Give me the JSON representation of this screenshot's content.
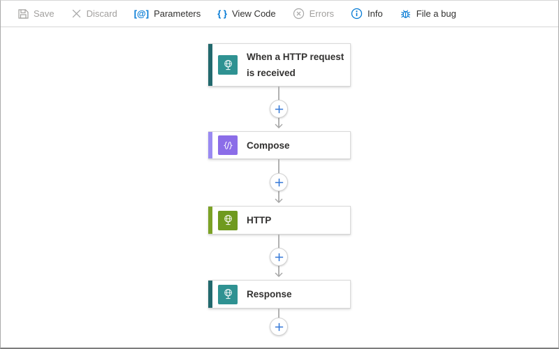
{
  "toolbar": {
    "items": [
      {
        "label": "Save",
        "icon": "save-icon",
        "disabled": true
      },
      {
        "label": "Discard",
        "icon": "discard-icon",
        "disabled": true
      },
      {
        "label": "Parameters",
        "icon": "parameters-icon",
        "glyph": "[@]",
        "disabled": false
      },
      {
        "label": "View Code",
        "icon": "view-code-icon",
        "glyph": "{ }",
        "disabled": false
      },
      {
        "label": "Errors",
        "icon": "errors-icon",
        "disabled": true
      },
      {
        "label": "Info",
        "icon": "info-icon",
        "disabled": false
      },
      {
        "label": "File a bug",
        "icon": "bug-icon",
        "disabled": false
      }
    ]
  },
  "workflow": {
    "nodes": [
      {
        "title": "When a HTTP request is received",
        "kind": "trigger",
        "accent_color": "#22696d",
        "icon_bg": "#2f9292",
        "icon": "http-request-icon"
      },
      {
        "title": "Compose",
        "kind": "action",
        "accent_color": "#9a8af2",
        "icon_bg": "#8b6de8",
        "icon": "compose-icon"
      },
      {
        "title": "HTTP",
        "kind": "action",
        "accent_color": "#7ca226",
        "icon_bg": "#6f9a1f",
        "icon": "http-icon"
      },
      {
        "title": "Response",
        "kind": "action",
        "accent_color": "#22696d",
        "icon_bg": "#2f9292",
        "icon": "response-icon"
      }
    ],
    "add_step_tooltip": "+"
  },
  "colors": {
    "accent_blue": "#0078d4",
    "disabled_gray": "#a19f9d",
    "text": "#323130",
    "connector_line": "#b1b1b1",
    "plus_sign": "#3277d7",
    "card_border": "#d9d9d9"
  }
}
